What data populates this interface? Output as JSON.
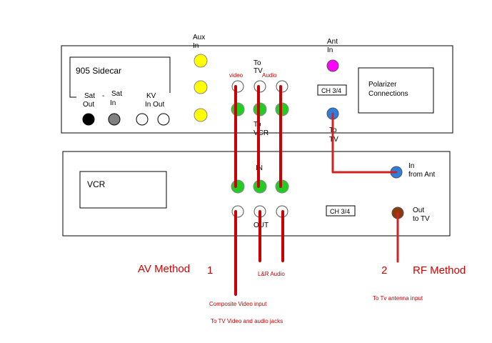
{
  "sidecar": {
    "title": "905 Sidecar",
    "sat_out": "Sat",
    "sat_out_2": "Out",
    "sat_in": "Sat",
    "sat_in_2": "In",
    "kv": "KV",
    "kv_in_out": "In Out",
    "dash": "-",
    "aux_in": "Aux",
    "aux_in_2": "In",
    "to_tv": "To",
    "to_tv_2": "TV",
    "video": "video",
    "audio": "Audio",
    "to_vcr": "To",
    "to_vcr_2": "VCR",
    "ant_in": "Ant",
    "ant_in_2": "In",
    "ch34": "CH 3/4",
    "polarizer": "Polarizer",
    "polarizer_2": "Connections",
    "to_tv_rf": "To",
    "to_tv_rf_2": "TV"
  },
  "vcr": {
    "title": "VCR",
    "in_label": "IN",
    "out_label": "OUT",
    "ch34": "CH 3/4",
    "in_from_ant": "In",
    "in_from_ant_2": "from Ant",
    "out_to_tv": "Out",
    "out_to_tv_2": "to TV"
  },
  "annotations": {
    "av_method": "AV Method",
    "av_number": "1",
    "rf_number": "2",
    "rf_method": "RF Method",
    "lr_audio": "L&R Audio",
    "composite": "Composite Video input",
    "to_tv_jacks": "To TV Video and audio jacks",
    "to_tv_antenna": "To Tv antenna input"
  },
  "colors": {
    "cable": "#cc0000",
    "cable_rf": "#d32020",
    "yellow_jack": "#ffff00",
    "green_jack": "#22cc22",
    "magenta_jack": "#ff00ff",
    "blue_jack": "#2a7fe0",
    "brown_jack": "#8b3a10",
    "black_jack": "#000000",
    "gray_jack": "#808080"
  }
}
